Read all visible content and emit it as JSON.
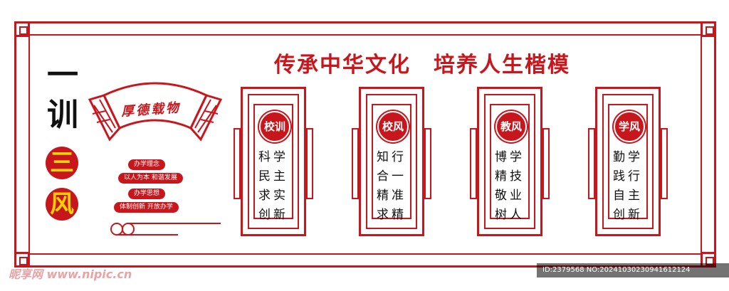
{
  "headline": "传承中华文化　培养人生楷模",
  "left": {
    "chars_top": [
      "一",
      "训"
    ],
    "chars_circle": [
      "三",
      "风"
    ],
    "fan_label": "厚德载物",
    "pills": [
      "办学理念",
      "以人为本 和谐发展",
      "办学思想",
      "体制创新 开放办学"
    ]
  },
  "panels": [
    {
      "badge": "校训",
      "lines": [
        "科学",
        "民主",
        "求实",
        "创新"
      ]
    },
    {
      "badge": "校风",
      "lines": [
        "知行",
        "合一",
        "精准",
        "求精"
      ]
    },
    {
      "badge": "教风",
      "lines": [
        "博学",
        "精技",
        "敬业",
        "树人"
      ]
    },
    {
      "badge": "学风",
      "lines": [
        "勤学",
        "践行",
        "自主",
        "创新"
      ]
    }
  ],
  "watermark": "昵享网 www.nipic.cn",
  "image_id": "ID:2379568 NO:20241030230941612124",
  "colors": {
    "accent": "#c8161d",
    "gold": "#ffd200"
  }
}
